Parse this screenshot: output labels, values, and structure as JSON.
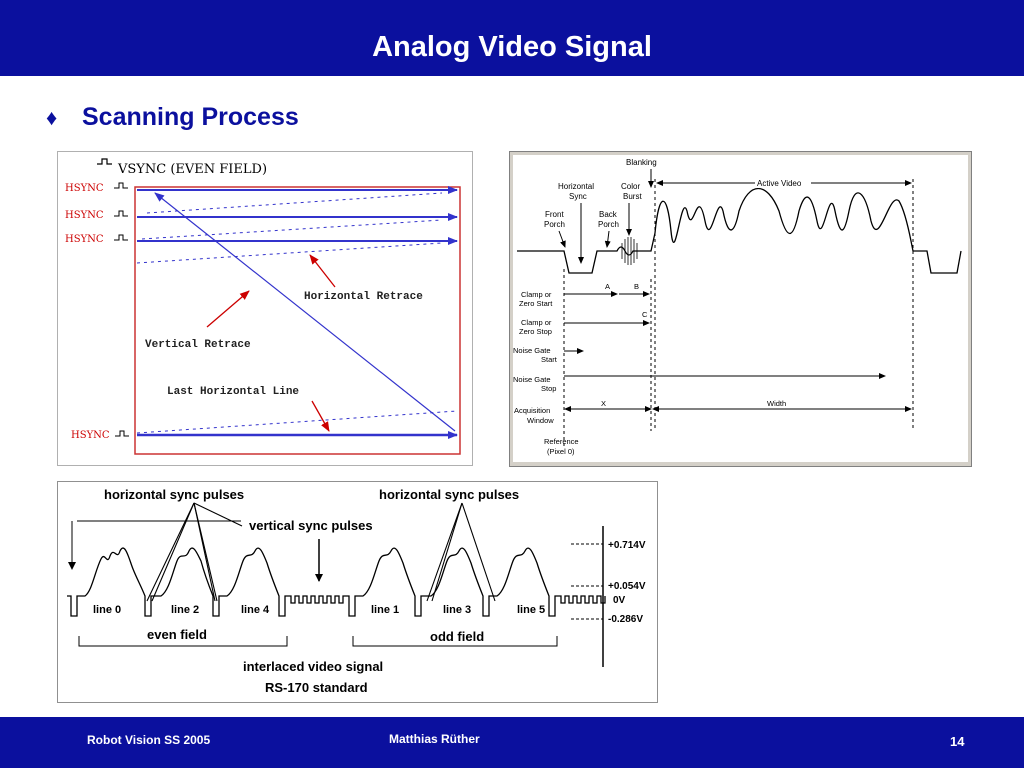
{
  "header": {
    "title": "Analog Video Signal"
  },
  "bullet": {
    "symbol": "♦",
    "text": "Scanning Process"
  },
  "scan_figure": {
    "vsync_label": "VSYNC (EVEN FIELD)",
    "hsync_labels": [
      "HSYNC",
      "HSYNC",
      "HSYNC",
      "HSYNC"
    ],
    "horizontal_retrace": "Horizontal Retrace",
    "vertical_retrace": "Vertical Retrace",
    "last_horizontal_line": "Last Horizontal Line"
  },
  "timing_figure": {
    "blanking": "Blanking",
    "horizontal_sync": [
      "Horizontal",
      "Sync"
    ],
    "color_burst": [
      "Color",
      "Burst"
    ],
    "active_video": "Active Video",
    "front_porch": [
      "Front",
      "Porch"
    ],
    "back_porch": [
      "Back",
      "Porch"
    ],
    "clamp_zero_start": [
      "Clamp or",
      "Zero Start"
    ],
    "clamp_zero_stop": [
      "Clamp or",
      "Zero Stop"
    ],
    "noise_gate_start": [
      "Noise Gate",
      "Start"
    ],
    "noise_gate_stop": [
      "Noise Gate",
      "Stop"
    ],
    "acquisition_window": [
      "Acquisition",
      "Window"
    ],
    "reference": [
      "Reference",
      "(Pixel 0)"
    ],
    "marker_a": "A",
    "marker_b": "B",
    "marker_c": "C",
    "marker_x": "X",
    "width": "Width"
  },
  "interlace_figure": {
    "horizontal_sync_pulses_left": "horizontal sync pulses",
    "horizontal_sync_pulses_right": "horizontal sync pulses",
    "vertical_sync_pulses": "vertical sync pulses",
    "lines": [
      "line 0",
      "line 2",
      "line 4",
      "line 1",
      "line 3",
      "line 5"
    ],
    "even_field": "even field",
    "odd_field": "odd field",
    "caption_line1": "interlaced video signal",
    "caption_line2": "RS-170 standard",
    "voltages": [
      "+0.714V",
      "+0.054V",
      "0V",
      "-0.286V"
    ]
  },
  "footer": {
    "course": "Robot Vision SS 2005",
    "author": "Matthias Rüther",
    "page": "14"
  },
  "colors": {
    "brand_blue": "#0b109e",
    "arrow_blue": "#3333cc",
    "label_red": "#cc0000"
  }
}
